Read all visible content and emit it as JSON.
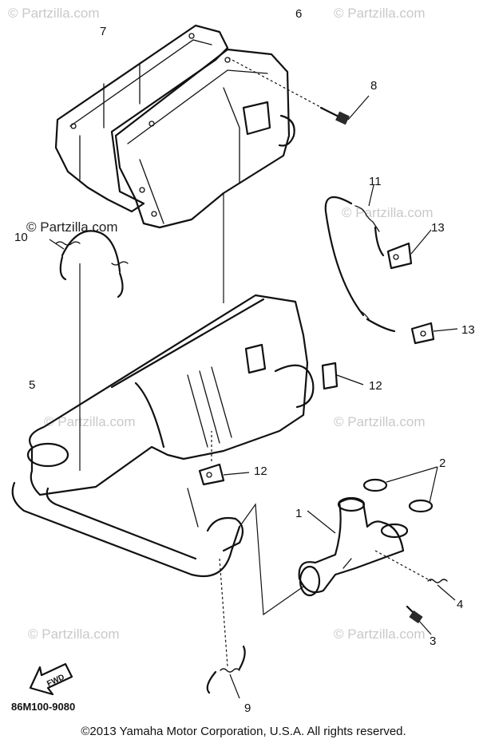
{
  "watermark": "© Partzilla.com",
  "callouts": {
    "p1": "1",
    "p2": "2",
    "p3": "3",
    "p4": "4",
    "p5": "5",
    "p6": "6",
    "p7": "7",
    "p8": "8",
    "p9": "9",
    "p10": "10",
    "p11": "11",
    "p12a": "12",
    "p12b": "12",
    "p13a": "13",
    "p13b": "13"
  },
  "direction_label": "FWD",
  "diagram_code": "86M100-9080",
  "copyright": "©2013  Yamaha Motor Corporation, U.S.A. All rights reserved."
}
